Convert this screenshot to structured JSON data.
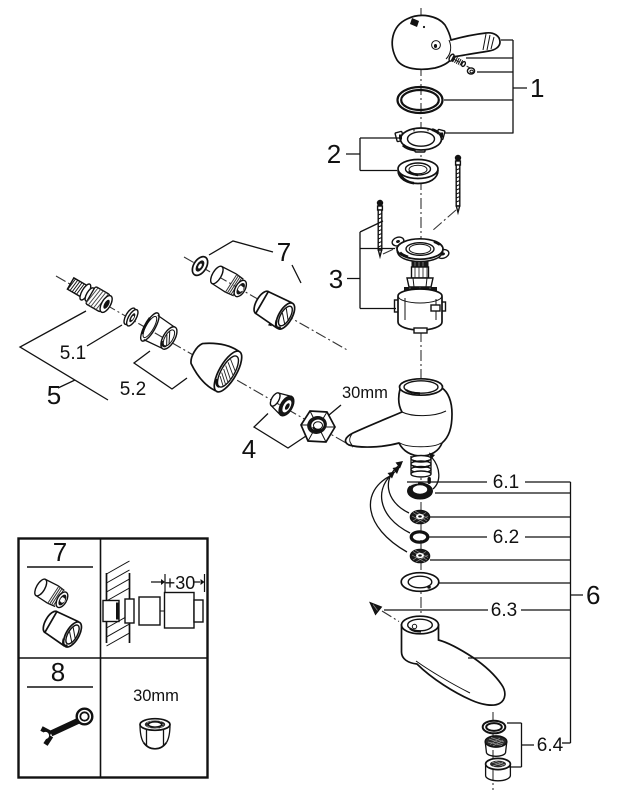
{
  "colors": {
    "line": "#111111",
    "background": "#ffffff"
  },
  "callouts": {
    "part1": "1",
    "part2": "2",
    "part3": "3",
    "part4": "4",
    "part5": "5",
    "part5_1": "5.1",
    "part5_2": "5.2",
    "part6": "6",
    "part6_1": "6.1",
    "part6_2": "6.2",
    "part6_3": "6.3",
    "part6_4": "6.4",
    "part7": "7"
  },
  "dimensions": {
    "nut_size": "30mm"
  },
  "legend": {
    "tool7_label": "7",
    "extension_dim": "+30",
    "tool8_label": "8",
    "nut_size": "30mm"
  }
}
